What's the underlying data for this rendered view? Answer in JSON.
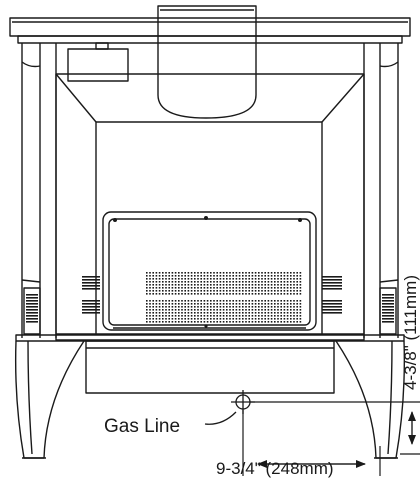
{
  "labels": {
    "gas_line": "Gas Line",
    "horizontal_dimension": "9-3/4\" (248mm)",
    "vertical_dimension": "4-3/8\" (111mm)"
  },
  "colors": {
    "line": "#1a1a1a",
    "background": "#ffffff"
  }
}
